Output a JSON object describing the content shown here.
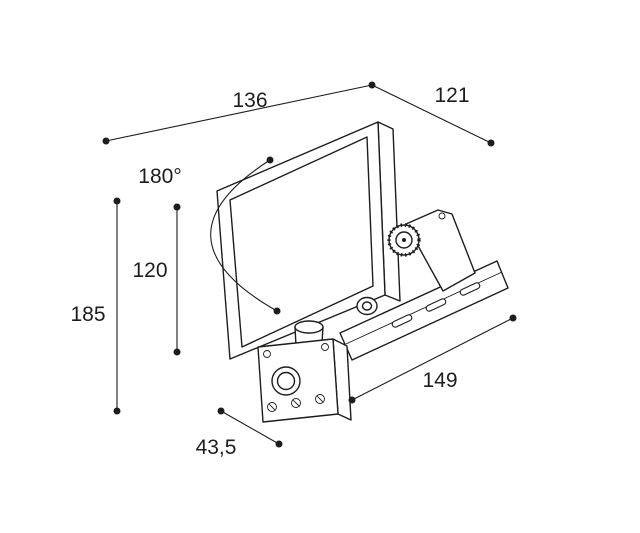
{
  "page": {
    "background": "#ffffff",
    "line_color": "#1d1d1b",
    "subject": "floodlight-with-sensor-dimension-drawing"
  },
  "dimensions": {
    "housing_width": "136",
    "housing_depth": "121",
    "rotation_angle": "180°",
    "panel_height": "120",
    "overall_height": "185",
    "bracket_length": "149",
    "sensor_depth": "43,5"
  }
}
